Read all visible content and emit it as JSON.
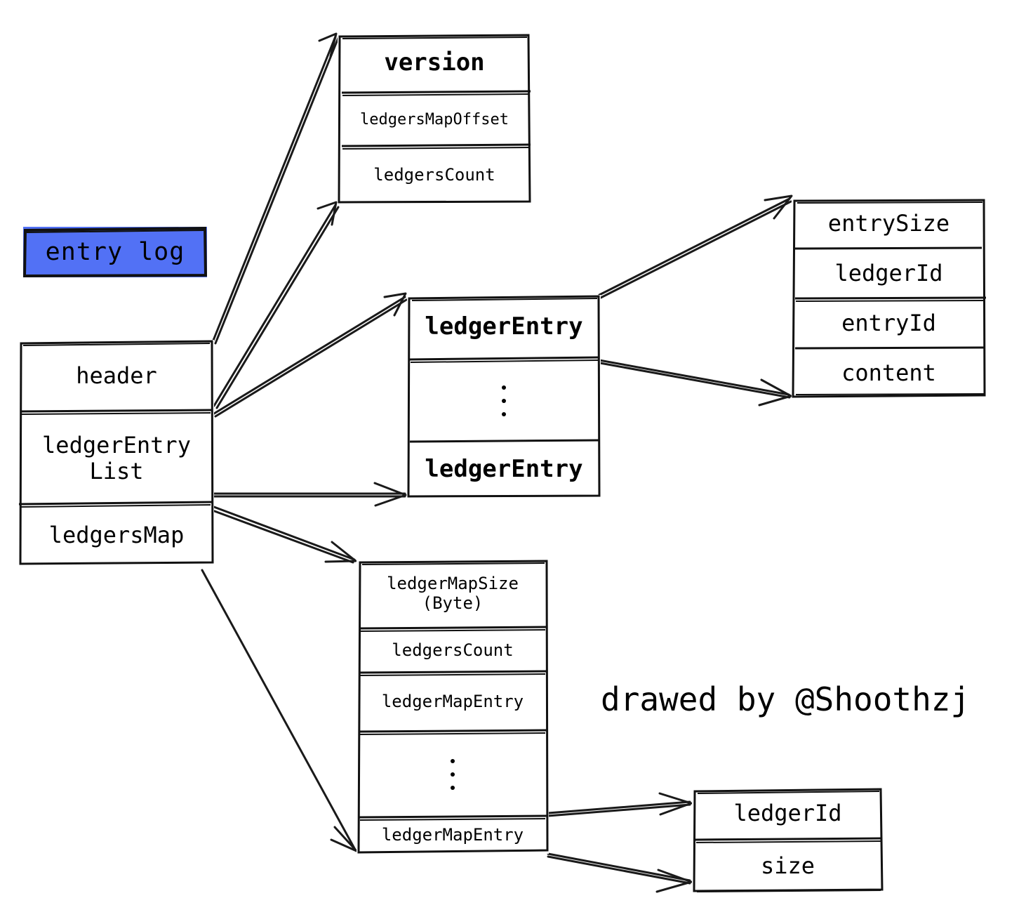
{
  "diagram": {
    "title_label": "entry log",
    "credit": "drawed by @Shoothzj",
    "accent_color": "#5271f5",
    "line_color": "#000000",
    "background": "#ffffff"
  },
  "entry_log_struct": {
    "name": "entry-log",
    "rows": [
      "header",
      "ledgerEntry\nList",
      "ledgersMap"
    ]
  },
  "version_struct": {
    "name": "header-detail",
    "rows": [
      "version",
      "ledgersMapOffset",
      "ledgersCount"
    ]
  },
  "ledger_entry_list_struct": {
    "name": "ledger-entry-list",
    "rows": [
      "ledgerEntry",
      "⋮",
      "ledgerEntry"
    ],
    "ellipsis_dots": 3
  },
  "entry_detail_struct": {
    "name": "ledger-entry-detail",
    "rows": [
      "entrySize",
      "ledgerId",
      "entryId",
      "content"
    ]
  },
  "ledgers_map_struct": {
    "name": "ledgers-map-detail",
    "rows": [
      "ledgerMapSize\n(Byte)",
      "ledgersCount",
      "ledgerMapEntry",
      "⋮",
      "ledgerMapEntry"
    ],
    "ellipsis_dots": 3
  },
  "ledger_map_entry_struct": {
    "name": "ledger-map-entry-detail",
    "rows": [
      "ledgerId",
      "size"
    ]
  },
  "arrows": [
    {
      "name": "header-to-version-top",
      "from": "entry-log.header",
      "to": "version.top-left"
    },
    {
      "name": "header-to-version-bottom",
      "from": "entry-log.header",
      "to": "version.bottom-left"
    },
    {
      "name": "ledgerentrylist-to-list-top",
      "from": "entry-log.ledgerEntryList",
      "to": "ledgerEntryList.top-left"
    },
    {
      "name": "ledgerentrylist-to-list-mid",
      "from": "entry-log.ledgerEntryList",
      "to": "ledgerEntryList.bottom-left"
    },
    {
      "name": "ledgersmap-to-map-top",
      "from": "entry-log.ledgersMap",
      "to": "ledgersMap.top-left"
    },
    {
      "name": "ledgersmap-to-map-bottom",
      "from": "entry-log.ledgersMap",
      "to": "ledgersMap.bottom-left"
    },
    {
      "name": "ledgerentry-to-detail-top",
      "from": "ledgerEntryList.right",
      "to": "entryDetail.top-left"
    },
    {
      "name": "ledgerentry-to-detail-bottom",
      "from": "ledgerEntryList.right",
      "to": "entryDetail.bottom-left"
    },
    {
      "name": "mapentry-to-size-top",
      "from": "ledgersMap.right",
      "to": "ledgerMapEntryDetail.top-left"
    },
    {
      "name": "mapentry-to-size-bottom",
      "from": "ledgersMap.right",
      "to": "ledgerMapEntryDetail.bottom-left"
    }
  ]
}
